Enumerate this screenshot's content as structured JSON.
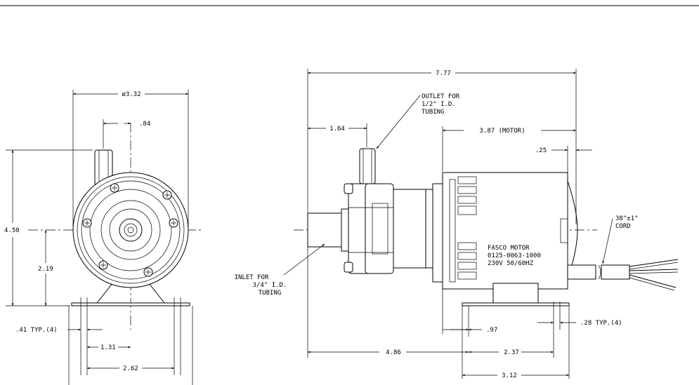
{
  "front_view": {
    "diameter": "ø3.32",
    "outlet_offset": ".84",
    "height": "4.50",
    "center_height": "2.19",
    "foot_hole": ".41 TYP.(4)",
    "hole_offset": "1.31",
    "hole_spacing": "2.62"
  },
  "side_view": {
    "overall_length": "7.77",
    "outlet_offset": "1.64",
    "outlet_note": [
      "OUTLET FOR",
      "1/2\" I.D.",
      "TUBING"
    ],
    "motor_length": "3.87 (MOTOR)",
    "shaft_ext": ".25",
    "cord_note": [
      "38\"±1\"",
      "CORD"
    ],
    "motor_label": [
      "FASCO MOTOR",
      "0125-0063-1000",
      "230V 50/60HZ"
    ],
    "inlet_note": [
      "INLET FOR",
      "3/4\" I.D.",
      "TUBING"
    ],
    "foot_hole": ".28 TYP.(4)",
    "foot_offset": ".97",
    "base_length": "4.86",
    "hole_spacing": "2.37",
    "foot_length": "3.12"
  }
}
